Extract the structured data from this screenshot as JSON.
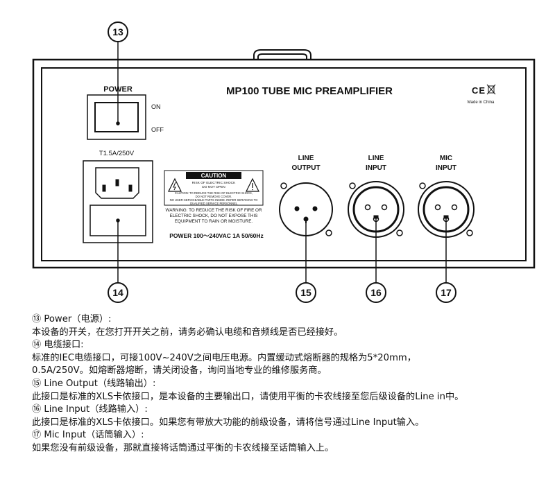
{
  "panel": {
    "title": "MP100 TUBE MIC PREAMPLIFIER",
    "ce_mark": "CE",
    "made_in": "Made in China",
    "power_label": "POWER",
    "switch_on": "ON",
    "switch_off": "OFF",
    "fuse_rating": "T1.5A/250V",
    "caution_title": "CAUTION",
    "caution_lines": [
      "RISK OF ELECTRIC SHOCK",
      "DO NOT OPEN",
      "CAUTION: TO REDUCE THE RISK OF ELECTRIC SHOCK,",
      "DO NOT REMOVE COVER.",
      "NO USER-SERVICEABLE PARTS INSIDE. REFER SERVICING TO",
      "QUALIFIED SERVICE PERSONNEL"
    ],
    "warning_lines": [
      "WARNING: TO REDUCE THE RISK OF FIRE OR",
      "ELECTRIC SHOCK, DO NOT EXPOSE THIS",
      "EQUIPMENT TO RAIN OR MOISTURE."
    ],
    "power_spec": "POWER 100～240VAC 1A 50/60Hz",
    "line_output": [
      "LINE",
      "OUTPUT"
    ],
    "line_input": [
      "LINE",
      "INPUT"
    ],
    "mic_input": [
      "MIC",
      "INPUT"
    ],
    "callouts": [
      "13",
      "14",
      "15",
      "16",
      "17"
    ]
  },
  "notes": {
    "n13_title": "⑬ Power（电源）:",
    "n13_body": "本设备的开关，在您打开开关之前，请务必确认电缆和音频线是否已经接好。",
    "n14_title": "⑭ 电缆接口:",
    "n14_body_1": "标准的IEC电缆接口，可接100V~240V之间电压电源。内置缓动式熔断器的规格为5*20mm，",
    "n14_body_2": "0.5A/250V。如熔断器熔断，请关闭设备，询问当地专业的维修服务商。",
    "n15_title": "⑮ Line Output（线路输出）:",
    "n15_body": "此接口是标准的XLS卡侬接口，是本设备的主要输出口，请使用平衡的卡农线接至您后级设备的Line in中。",
    "n16_title": "⑯ Line Input（线路输入）:",
    "n16_body": "此接口是标准的XLS卡侬接口。如果您有带放大功能的前级设备，请将信号通过Line Input输入。",
    "n17_title": "⑰ Mic Input（话筒输入）:",
    "n17_body": "如果您没有前级设备，那就直接将话筒通过平衡的卡农线接至话筒输入上。"
  }
}
